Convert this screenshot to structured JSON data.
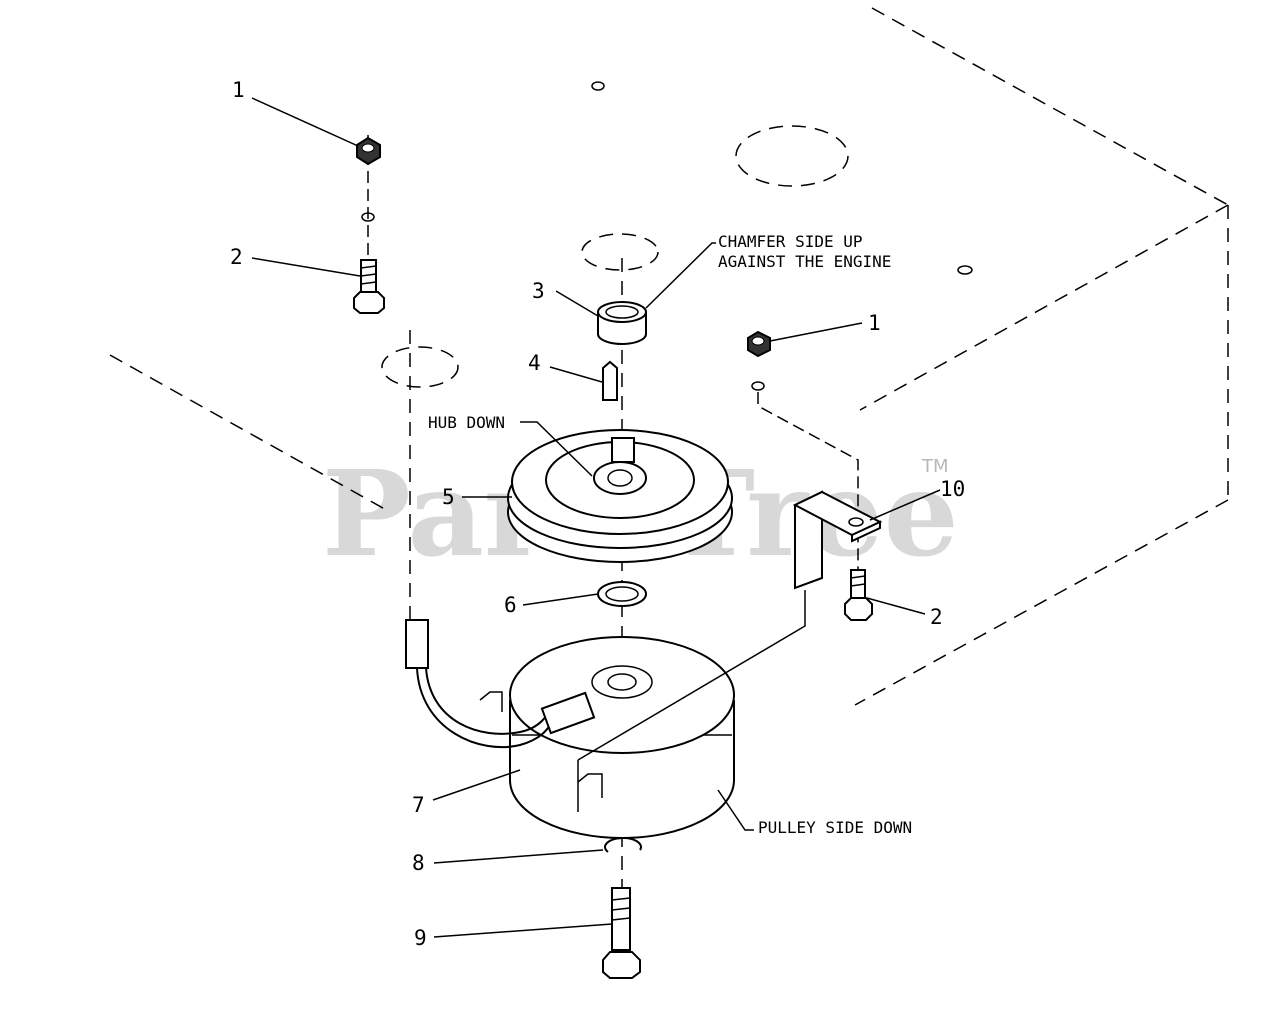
{
  "watermark": {
    "text": "PartsTree",
    "trademark": "TM"
  },
  "callouts": {
    "nut_left": "1",
    "bolt_left": "2",
    "bushing": "3",
    "key": "4",
    "pulley": "5",
    "washer": "6",
    "clutch": "7",
    "lockwasher": "8",
    "bolt_bottom": "9",
    "nut_right": "1",
    "bracket": "10",
    "bolt_right": "2"
  },
  "notes": {
    "chamfer_line1": "CHAMFER SIDE UP",
    "chamfer_line2": "AGAINST THE ENGINE",
    "hub_down": "HUB DOWN",
    "pulley_side_down": "PULLEY SIDE DOWN"
  }
}
